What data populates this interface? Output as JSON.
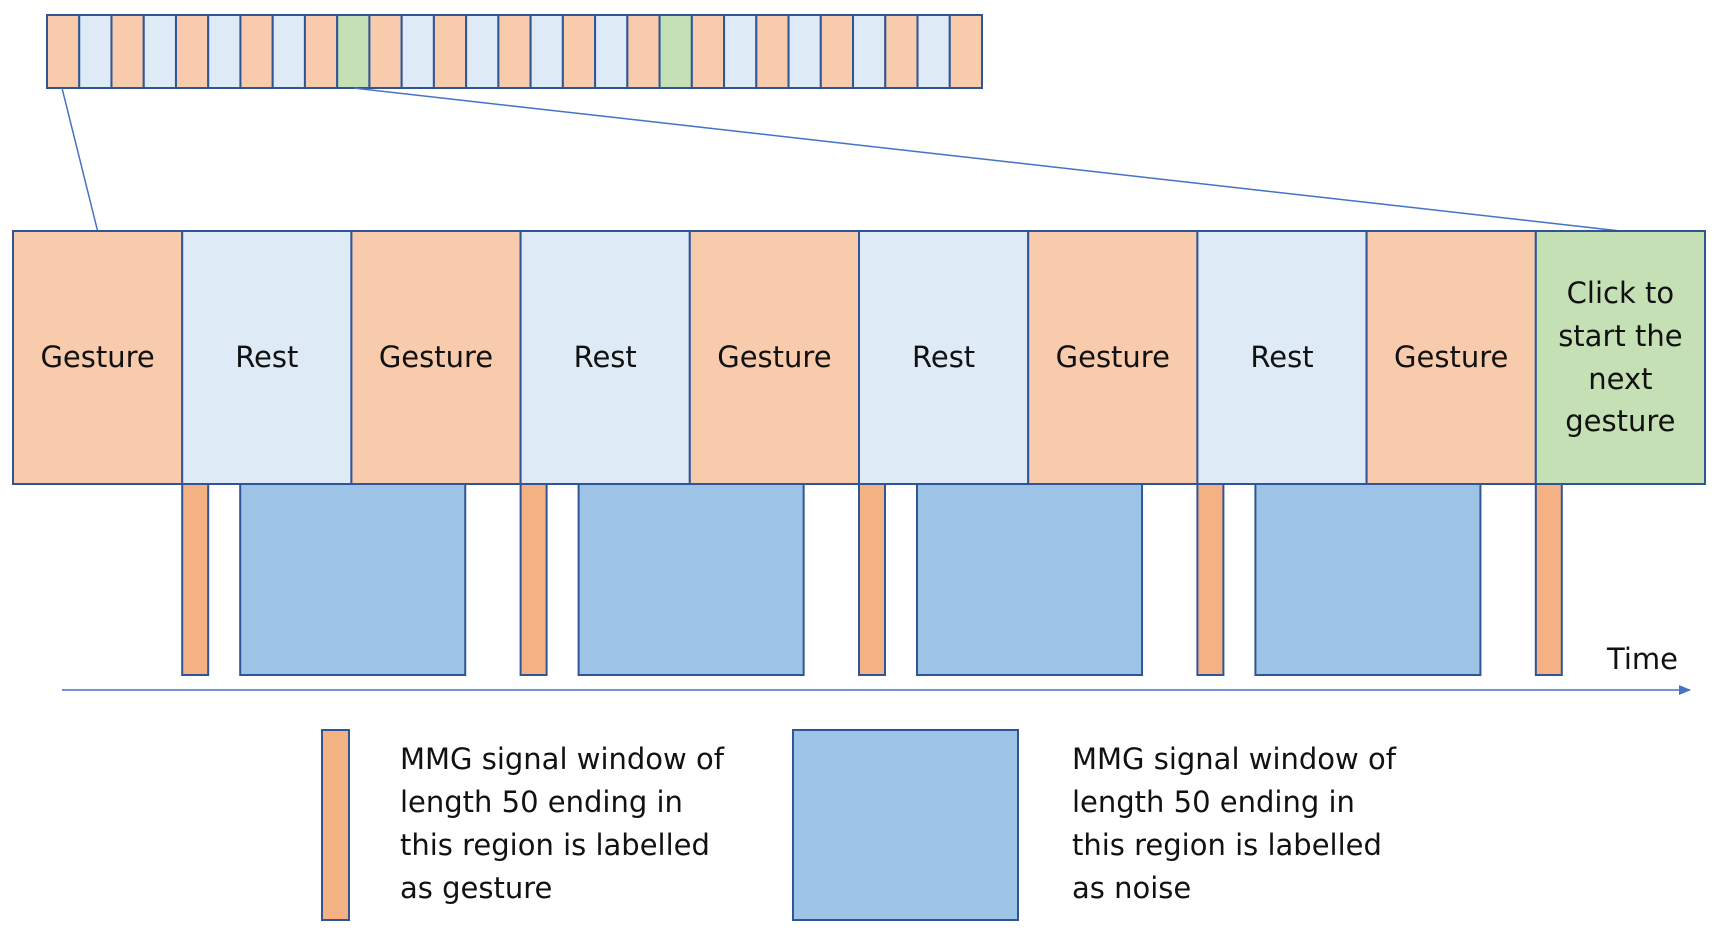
{
  "colors": {
    "gesture": "#F8CBAD",
    "rest": "#DEEBF7",
    "next": "#C5E0B4",
    "gesture_window": "#F4B183",
    "noise_window": "#9DC3E6",
    "border": "#2F5597",
    "connector": "#4472C4"
  },
  "overview_strip": {
    "cells": [
      "gesture",
      "rest",
      "gesture",
      "rest",
      "gesture",
      "rest",
      "gesture",
      "rest",
      "gesture",
      "next",
      "gesture",
      "rest",
      "gesture",
      "rest",
      "gesture",
      "rest",
      "gesture",
      "rest",
      "gesture",
      "next",
      "gesture",
      "rest",
      "gesture",
      "rest",
      "gesture",
      "rest",
      "gesture",
      "rest",
      "gesture"
    ]
  },
  "zoomed_sequence": {
    "segments": [
      {
        "type": "gesture",
        "label": "Gesture"
      },
      {
        "type": "rest",
        "label": "Rest"
      },
      {
        "type": "gesture",
        "label": "Gesture"
      },
      {
        "type": "rest",
        "label": "Rest"
      },
      {
        "type": "gesture",
        "label": "Gesture"
      },
      {
        "type": "rest",
        "label": "Rest"
      },
      {
        "type": "gesture",
        "label": "Gesture"
      },
      {
        "type": "rest",
        "label": "Rest"
      },
      {
        "type": "gesture",
        "label": "Gesture"
      },
      {
        "type": "next",
        "label": "Click to start the next gesture"
      }
    ]
  },
  "time_axis": {
    "label": "Time"
  },
  "legend": [
    {
      "kind": "gesture_window",
      "text": "MMG signal window of length 50 ending in this region is labelled as gesture"
    },
    {
      "kind": "noise_window",
      "text": "MMG signal window of length 50 ending in this region is labelled as noise"
    }
  ]
}
